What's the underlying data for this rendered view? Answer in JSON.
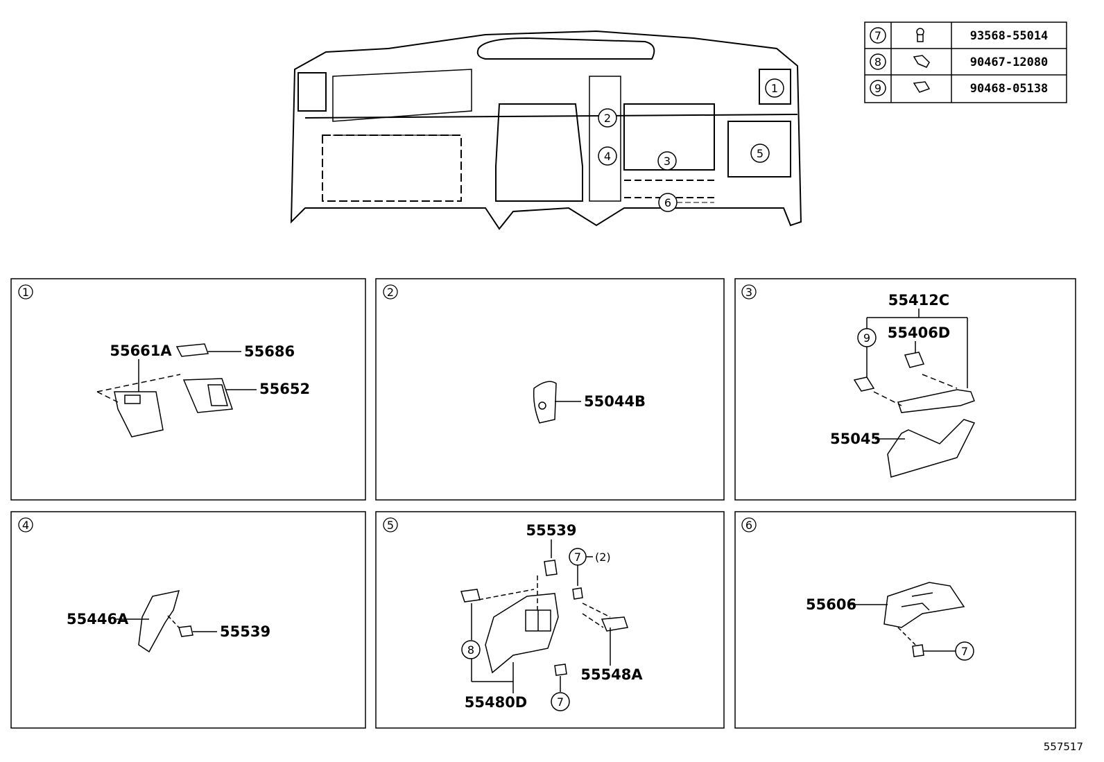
{
  "table": [
    {
      "ref": "7",
      "part": "93568-55014",
      "icon": "bolt-icon"
    },
    {
      "ref": "8",
      "part": "90467-12080",
      "icon": "clip-icon"
    },
    {
      "ref": "9",
      "part": "90468-05138",
      "icon": "clip-icon"
    }
  ],
  "overview_callouts": [
    "1",
    "2",
    "3",
    "4",
    "5",
    "6"
  ],
  "panels": [
    {
      "id": "1",
      "labels": {
        "a": "55661A",
        "b": "55686",
        "c": "55652"
      }
    },
    {
      "id": "2",
      "labels": {
        "a": "55044B"
      }
    },
    {
      "id": "3",
      "labels": {
        "a": "55412C",
        "b": "55406D",
        "c": "55045",
        "ref": "9"
      }
    },
    {
      "id": "4",
      "labels": {
        "a": "55446A",
        "b": "55539"
      }
    },
    {
      "id": "5",
      "labels": {
        "a": "55539",
        "b": "55548A",
        "c": "55480D",
        "ref7a": "7",
        "qty": "(2)",
        "ref8": "8",
        "ref7b": "7"
      }
    },
    {
      "id": "6",
      "labels": {
        "a": "55606",
        "ref": "7"
      }
    }
  ],
  "footer_code": "557517"
}
